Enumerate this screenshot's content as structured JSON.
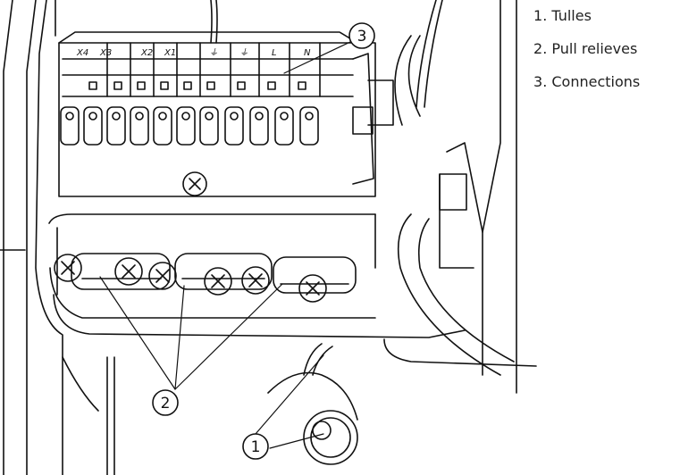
{
  "legend": [
    {
      "number": "1",
      "label": "Tulles"
    },
    {
      "number": "2",
      "label": "Pull relieves"
    },
    {
      "number": "3",
      "label": "Connections"
    }
  ],
  "terminal_labels": [
    "X4",
    "X3",
    "X2",
    "X1",
    "⏚",
    "⏚",
    "L",
    "N"
  ],
  "callouts": [
    "1",
    "2",
    "3"
  ],
  "colors": {
    "line": "#111111",
    "background": "#ffffff"
  }
}
